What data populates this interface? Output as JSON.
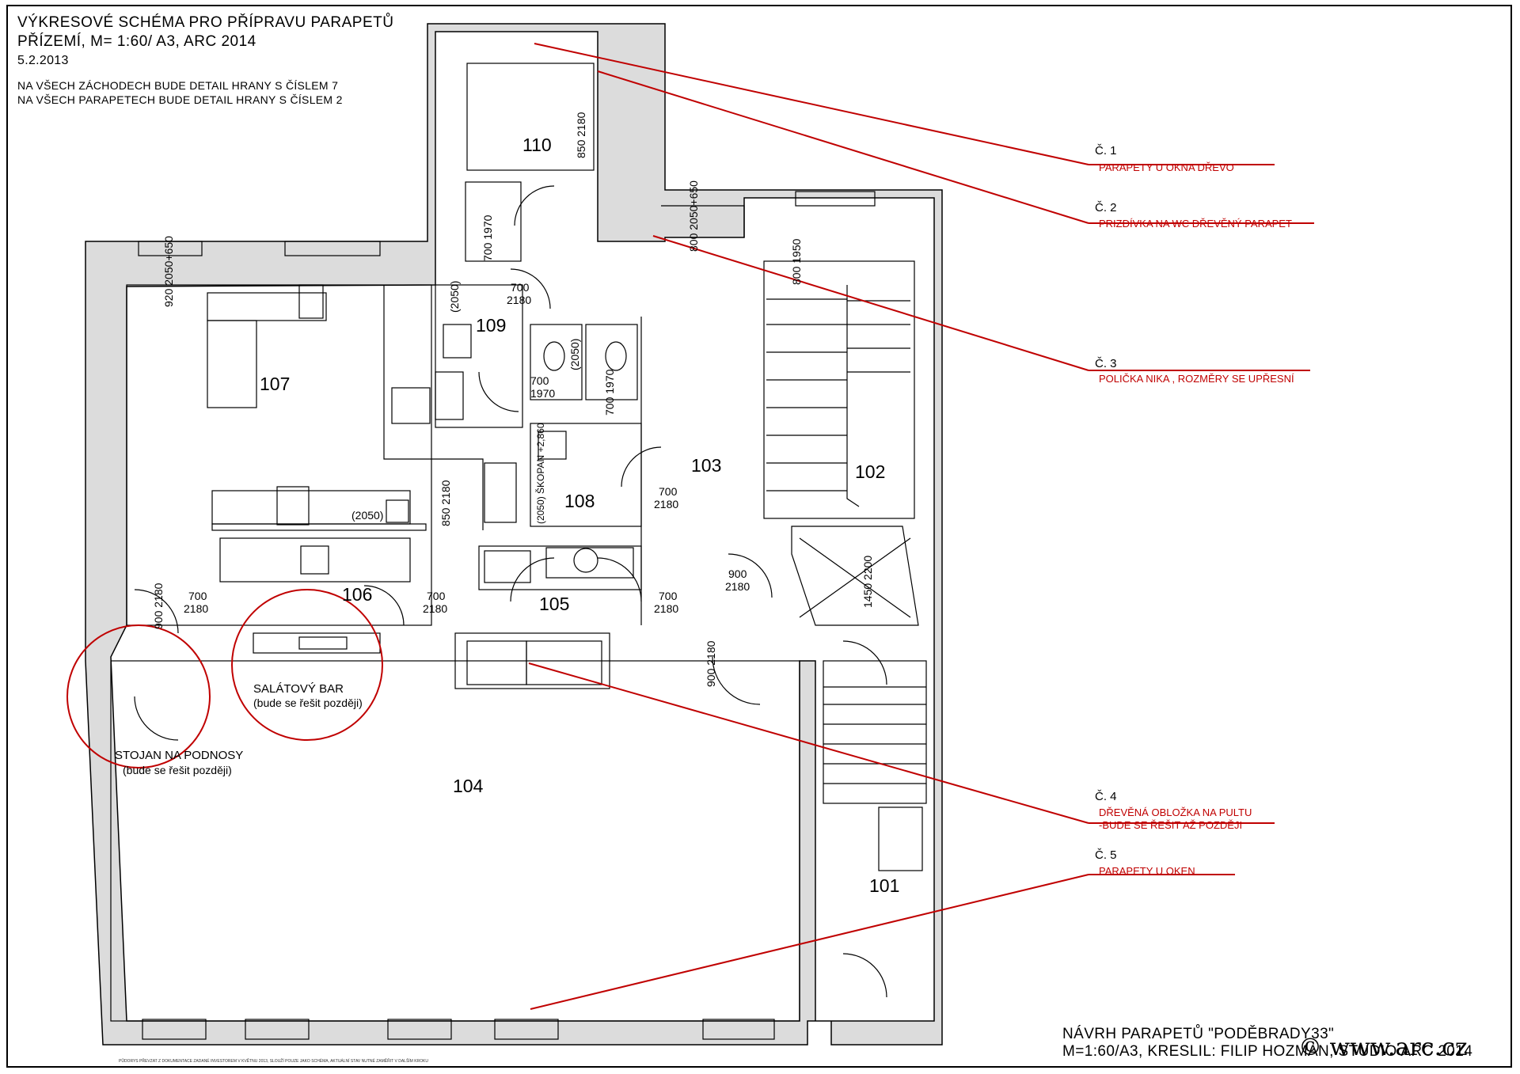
{
  "header": {
    "line1": "VÝKRESOVÉ SCHÉMA PRO PŘÍPRAVU PARAPETŮ",
    "line2": "PŘÍZEMÍ, M= 1:60/ A3, ARC 2014",
    "line3": "5.2.2013",
    "note1": "NA VŠECH ZÁCHODECH BUDE DETAIL HRANY S ČÍSLEM 7",
    "note2": "NA VŠECH PARAPETECH BUDE DETAIL HRANY S ČÍSLEM 2"
  },
  "callouts": [
    {
      "num": "Č. 1",
      "text": "PARAPETY U OKNA DŘEVO",
      "text2": ""
    },
    {
      "num": "Č. 2",
      "text": "PRIZDÍVKA NA WC DŘEVĚNÝ PARAPET",
      "text2": ""
    },
    {
      "num": "Č. 3",
      "text": "POLIČKA NIKA , ROZMĚRY SE UPŘESNÍ",
      "text2": ""
    },
    {
      "num": "Č. 4",
      "text": "DŘEVĚNÁ OBLOŽKA NA PULTU",
      "text2": "-BUDE SE ŘEŠIT AŽ POZDĚJI"
    },
    {
      "num": "Č. 5",
      "text": "PARAPETY U OKEN",
      "text2": ""
    }
  ],
  "rooms": {
    "r101": "101",
    "r102": "102",
    "r103": "103",
    "r104": "104",
    "r105": "105",
    "r106": "106",
    "r107": "107",
    "r108": "108",
    "r109": "109",
    "r110": "110"
  },
  "notes": {
    "salad_bar_1": "SALÁTOVÝ BAR",
    "salad_bar_2": "(bude se řešit později)",
    "tray_stand_1": "STOJAN NA PODNOSY",
    "tray_stand_2": "(bude se řešit později)",
    "sopan": "(2050) ŠKOPAN +2,860"
  },
  "dims": {
    "d700_2180_a": "700",
    "d700_2180_a2": "2180",
    "d700_1970": "700",
    "d700_1970b": "1970",
    "d700_2180_b": "700",
    "d700_2180_b2": "2180",
    "d700_2180_c": "700",
    "d700_2180_c2": "2180",
    "d700_2180_d": "700",
    "d700_2180_d2": "2180",
    "d700_2180_e": "700",
    "d700_2180_e2": "2180",
    "d900_2180": "900",
    "d900_2180b": "2180",
    "p2050": "(2050)",
    "v850_2180_110": "850 2180",
    "v700_1970_109": "700 1970",
    "v2050_109": "(2050)",
    "v2050_wc": "(2050)",
    "v700_1970_wc": "700 1970",
    "v850_2180_k": "850 2180",
    "v900_2180_l": "900 2180",
    "v900_2180_104": "900 2180",
    "v920_2050": "920 2050+650",
    "v800_2050": "800 2050+650",
    "v800_1950": "800 1950",
    "v1450_2200": "1450 2200"
  },
  "footer": {
    "title": "NÁVRH PARAPETŮ \"PODĚBRADY33\"",
    "sub": "M=1:60/A3, KRESLIL: FILIP HOZMAN, STUDIO ARC 2014",
    "watermark": "© www.arc.cz",
    "fine": "PŮDORYS PŘEVZAT Z DOKUMENTACE ZADANÉ INVESTOREM V KVĚTNU 2013, SLOUŽÍ POUZE JAKO SCHÉMA, AKTUÁLNÍ STAV NUTNÉ ZAMĚŘIT V DALŠÍM KROKU"
  },
  "colors": {
    "annotation": "#c00000",
    "wall": "#dcdcdc",
    "line": "#000000"
  }
}
